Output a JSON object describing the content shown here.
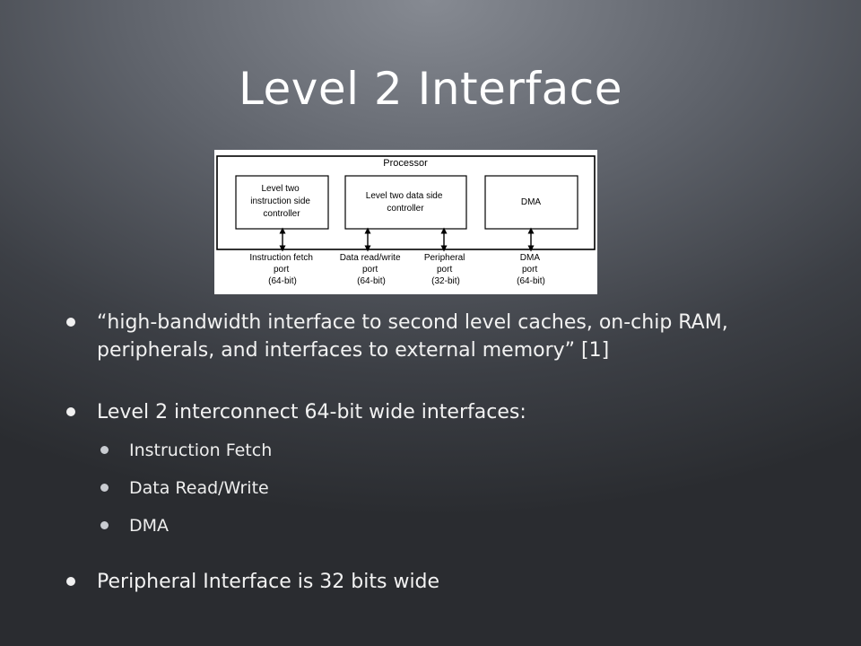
{
  "slide": {
    "title": "Level 2 Interface"
  },
  "diagram": {
    "processor_label": "Processor",
    "blocks": [
      {
        "lines": [
          "Level  two",
          "instruction side",
          "controller"
        ]
      },
      {
        "lines": [
          "Level  two data side",
          "controller"
        ]
      },
      {
        "lines": [
          "DMA"
        ]
      }
    ],
    "ports": [
      {
        "lines": [
          "Instruction fetch",
          "port",
          "(64-bit)"
        ]
      },
      {
        "lines": [
          "Data read/write",
          "port",
          "(64-bit)"
        ]
      },
      {
        "lines": [
          "Peripheral",
          "port",
          "(32-bit)"
        ]
      },
      {
        "lines": [
          "DMA",
          "port",
          "(64-bit)"
        ]
      }
    ]
  },
  "bullets": [
    {
      "text": "“high-bandwidth interface to second level caches, on-chip RAM, peripherals, and interfaces to external memory” [1]"
    },
    {
      "text": "Level 2 interconnect 64-bit wide interfaces:"
    },
    {
      "text": "Instruction Fetch"
    },
    {
      "text": "Data Read/Write"
    },
    {
      "text": "DMA"
    },
    {
      "text": "Peripheral Interface is 32 bits wide"
    }
  ]
}
